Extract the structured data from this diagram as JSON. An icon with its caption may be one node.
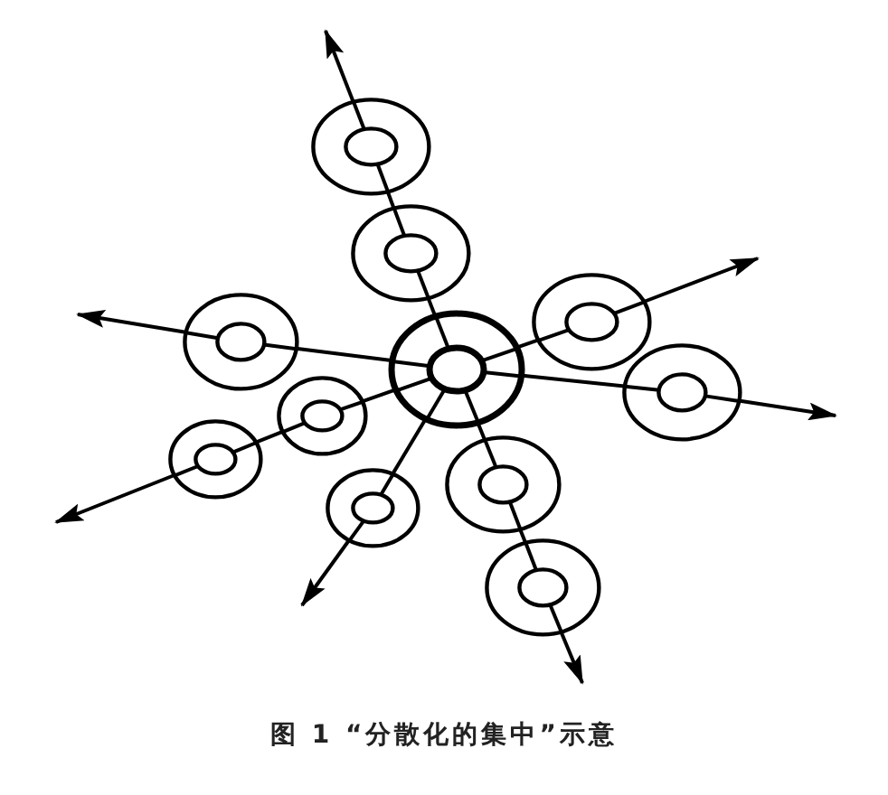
{
  "diagram": {
    "caption": "图 1 “分散化的集中”示意",
    "nodes": [
      {
        "text": [],
        "shape": "circle"
      },
      {
        "text": [],
        "shape": "circle"
      },
      {
        "text": [],
        "shape": "circle"
      },
      {
        "text": [],
        "shape": "circle"
      },
      {
        "text": [],
        "shape": "circle"
      },
      {
        "text": [],
        "shape": "circle"
      },
      {
        "text": [],
        "shape": "circle"
      },
      {
        "text": [],
        "shape": "circle"
      },
      {
        "text": [],
        "shape": "circle"
      },
      {
        "text": [],
        "shape": "circle"
      },
      {
        "text": [],
        "shape": "circle"
      }
    ],
    "edges": [
      {
        "from": 4,
        "to": 1,
        "arrow": "none"
      },
      {
        "from": 1,
        "to": 0,
        "arrow": "none"
      },
      {
        "from": 0,
        "to": null,
        "arrow": "to"
      },
      {
        "from": 4,
        "to": 3,
        "arrow": "none"
      },
      {
        "from": 3,
        "to": null,
        "arrow": "to"
      },
      {
        "from": 4,
        "to": 2,
        "arrow": "none"
      },
      {
        "from": 2,
        "to": null,
        "arrow": "to"
      },
      {
        "from": 4,
        "to": 5,
        "arrow": "none"
      },
      {
        "from": 5,
        "to": null,
        "arrow": "to"
      },
      {
        "from": 4,
        "to": 6,
        "arrow": "none"
      },
      {
        "from": 6,
        "to": 7,
        "arrow": "none"
      },
      {
        "from": 7,
        "to": null,
        "arrow": "to"
      },
      {
        "from": 4,
        "to": 9,
        "arrow": "none"
      },
      {
        "from": 9,
        "to": null,
        "arrow": "to"
      },
      {
        "from": 4,
        "to": 8,
        "arrow": "none"
      },
      {
        "from": 8,
        "to": 10,
        "arrow": "none"
      },
      {
        "from": 10,
        "to": null,
        "arrow": "to"
      }
    ]
  }
}
